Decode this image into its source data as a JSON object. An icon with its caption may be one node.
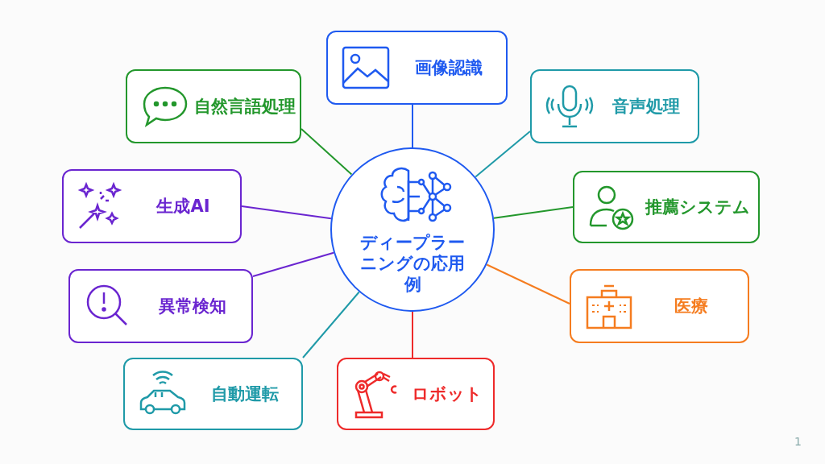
{
  "diagram": {
    "nodes": [
      {
        "text": [
          "ディープラーニングの応用例"
        ]
      },
      {
        "text": [
          "画像認識"
        ]
      },
      {
        "text": [
          "音声処理"
        ]
      },
      {
        "text": [
          "推薦システム"
        ]
      },
      {
        "text": [
          "医療"
        ]
      },
      {
        "text": [
          "ロボット"
        ]
      },
      {
        "text": [
          "自動運転"
        ]
      },
      {
        "text": [
          "異常検知"
        ]
      },
      {
        "text": [
          "生成AI"
        ]
      },
      {
        "text": [
          "自然言語処理"
        ]
      }
    ],
    "edges": [
      {
        "from": 0,
        "to": 1,
        "arrow": "none",
        "color": "#1f5af0"
      },
      {
        "from": 0,
        "to": 2,
        "arrow": "none",
        "color": "#1f9aa8"
      },
      {
        "from": 0,
        "to": 3,
        "arrow": "none",
        "color": "#23972c"
      },
      {
        "from": 0,
        "to": 4,
        "arrow": "none",
        "color": "#f57c1f"
      },
      {
        "from": 0,
        "to": 5,
        "arrow": "none",
        "color": "#ee2a2a"
      },
      {
        "from": 0,
        "to": 6,
        "arrow": "none",
        "color": "#1f9aa8"
      },
      {
        "from": 0,
        "to": 7,
        "arrow": "none",
        "color": "#6a25d0"
      },
      {
        "from": 0,
        "to": 8,
        "arrow": "none",
        "color": "#6a25d0"
      },
      {
        "from": 0,
        "to": 9,
        "arrow": "none",
        "color": "#23972c"
      }
    ],
    "labels": [
      "1"
    ]
  }
}
